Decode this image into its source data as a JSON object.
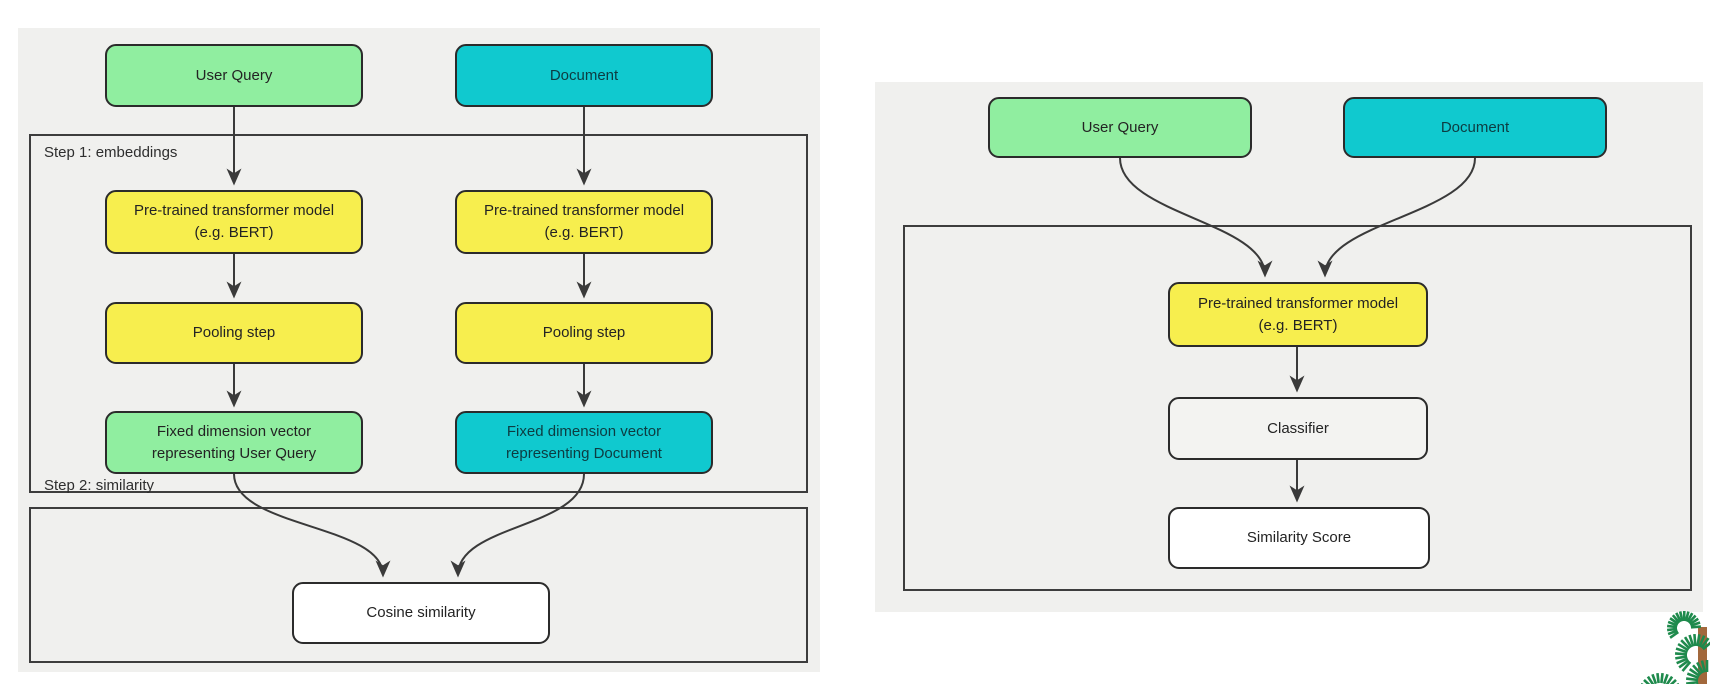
{
  "colors": {
    "page_background": "#ffffff",
    "panel_background": "#f0f0ee",
    "green_node": "#90eea0",
    "cyan_node": "#10c9cf",
    "yellow_node": "#f7ee4e",
    "white_node": "#ffffff",
    "node_border": "#2b2b2b",
    "container_border": "#3d3d3d",
    "arrow": "#3a3a3a",
    "logo_green": "#1e8a4c",
    "logo_brown": "#a2683c"
  },
  "left_diagram": {
    "step1_label": "Step 1: embeddings",
    "step2_label": "Step 2: similarity",
    "nodes": {
      "user_query": "User Query",
      "document": "Document",
      "transformer_query": "Pre-trained transformer model (e.g. BERT)",
      "transformer_doc": "Pre-trained transformer model (e.g. BERT)",
      "pooling_query": "Pooling step",
      "pooling_doc": "Pooling step",
      "vector_query": "Fixed dimension vector representing User Query",
      "vector_doc": "Fixed dimension vector representing Document",
      "cosine": "Cosine similarity"
    }
  },
  "right_diagram": {
    "nodes": {
      "user_query": "User Query",
      "document": "Document",
      "transformer": "Pre-trained transformer model (e.g. BERT)",
      "classifier": "Classifier",
      "similarity_score": "Similarity Score"
    }
  },
  "logo": {
    "name": "green-burst-tree-logo"
  }
}
